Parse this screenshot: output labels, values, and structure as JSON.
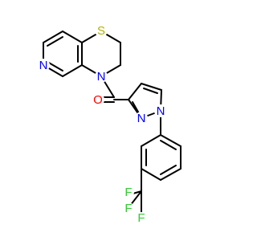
{
  "colors": {
    "background": "#ffffff",
    "bond": "#000000",
    "N": "#0000ff",
    "O": "#ff0000",
    "S": "#b2b200",
    "F": "#33cc33"
  },
  "atoms": {
    "s1": "S",
    "n_pyridine": "N",
    "n_thiazine": "N",
    "o_carbonyl": "O",
    "n_pyrazole_2": "N",
    "n_pyrazole_1": "N",
    "f_top": "F",
    "f_left": "F",
    "f_bottom": "F"
  }
}
